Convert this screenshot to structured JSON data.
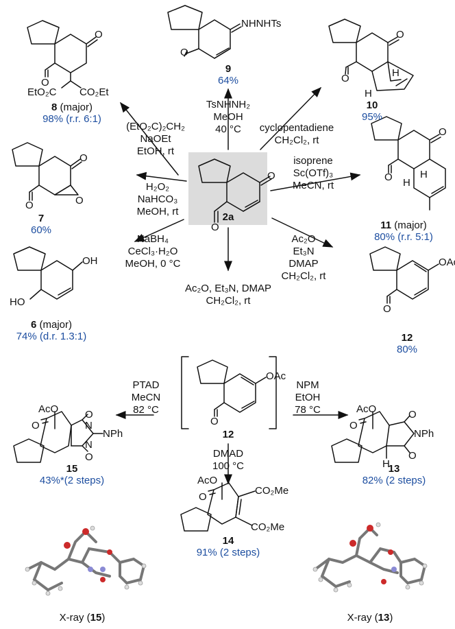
{
  "hub": {
    "label": "2a"
  },
  "reagents": {
    "r8": [
      "(EtO₂C)₂CH₂",
      "NaOEt",
      "EtOH, rt"
    ],
    "r9": [
      "TsNHNH₂",
      "MeOH",
      "40 °C"
    ],
    "r10": [
      "cyclopentadiene",
      "CH₂Cl₂, rt"
    ],
    "r7": [
      "H₂O₂",
      "NaHCO₃",
      "MeOH, rt"
    ],
    "r11": [
      "isoprene",
      "Sc(OTf)₃",
      "MeCN, rt"
    ],
    "r6": [
      "NaBH₄",
      "CeCl₃·H₂O",
      "MeOH, 0 °C"
    ],
    "r12": [
      "Ac₂O",
      "Et₃N",
      "DMAP",
      "CH₂Cl₂, rt"
    ],
    "rcenter": [
      "Ac₂O, Et₃N, DMAP",
      "CH₂Cl₂, rt"
    ],
    "r15": [
      "PTAD",
      "MeCN",
      "82 °C"
    ],
    "r13": [
      "NPM",
      "EtOH",
      "78 °C"
    ],
    "r14": [
      "DMAD",
      "100 °C"
    ]
  },
  "products": {
    "p8": {
      "num": "8",
      "tag": " (major)",
      "yield": "98% (r.r. 6:1)"
    },
    "p9": {
      "num": "9",
      "tag": "",
      "yield": "64%"
    },
    "p10": {
      "num": "10",
      "tag": "",
      "yield": "95%"
    },
    "p7": {
      "num": "7",
      "tag": "",
      "yield": "60%"
    },
    "p11": {
      "num": "11",
      "tag": " (major)",
      "yield": "80% (r.r. 5:1)"
    },
    "p6": {
      "num": "6",
      "tag": " (major)",
      "yield": "74% (d.r. 1.3:1)"
    },
    "p12": {
      "num": "12",
      "tag": "",
      "yield": "80%"
    },
    "p12b": {
      "num": "12",
      "tag": "",
      "yield": ""
    },
    "p15": {
      "num": "15",
      "tag": "",
      "yield": "43%*(2 steps)"
    },
    "p13": {
      "num": "13",
      "tag": "",
      "yield": "82% (2 steps)"
    },
    "p14": {
      "num": "14",
      "tag": "",
      "yield": "91% (2 steps)"
    }
  },
  "atom_labels": {
    "nhnhts": "NHNHTs",
    "oac": "OAc",
    "oh": "OH",
    "ho": "HO",
    "h": "H",
    "co2et": "CO₂Et",
    "eto2c": "EtO₂C",
    "aco": "AcO",
    "nph": "NPh",
    "n": "N",
    "co2me": "CO₂Me",
    "o": "O"
  },
  "xray": {
    "x15_pre": "X-ray (",
    "x15_num": "15",
    "x13_num": "13",
    "close": ")"
  },
  "colors": {
    "yield": "#1d4ea0",
    "highlight": "#dcdcdc",
    "oxygen": "#d22",
    "nitrogen": "#8080d0"
  }
}
